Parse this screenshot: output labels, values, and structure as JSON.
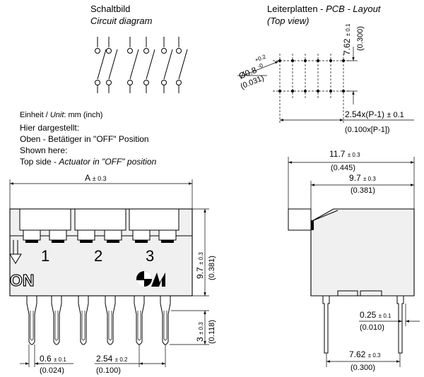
{
  "circuit": {
    "title_de": "Schaltbild",
    "title_en": "Circuit diagram"
  },
  "pcb": {
    "title_de": "Leiterplatten - ",
    "title_pcb": "PCB - Layout",
    "title_view": "(Top view)",
    "hole_dia": "Ø0.8",
    "hole_tol_plus": "+0.2",
    "hole_tol_minus": "-0",
    "hole_inch": "(0.031)",
    "row_spacing": "7.62",
    "row_spacing_tol": "± 0.1",
    "row_spacing_inch": "(0.300)",
    "pitch": "2.54x(P-1)",
    "pitch_tol": "± 0.1",
    "pitch_inch": "(0.100x[P-1])"
  },
  "notes": {
    "unit_de": "Einheit / ",
    "unit_en": "Unit",
    "unit_value": ": mm (inch)",
    "shown_de": "Hier dargestellt:",
    "top_de": "Oben - Betätiger in \"OFF\" Position",
    "shown_en": "Shown here:",
    "top_en_1": "Top side - ",
    "top_en_2": "Actuator in \"OFF\" position"
  },
  "front": {
    "width_label": "A",
    "width_tol": "± 0.3",
    "switch_numbers": [
      "1",
      "2",
      "3"
    ],
    "on_label": "ON",
    "height": "9.7",
    "height_tol": "± 0.3",
    "height_inch": "(0.381)",
    "pin_length": "3",
    "pin_length_tol": "± 0.3",
    "pin_length_inch": "(0.118)",
    "pin_width": "0.6",
    "pin_width_tol": "± 0.1",
    "pin_width_inch": "(0.024)",
    "pin_pitch": "2.54",
    "pin_pitch_tol": "± 0.2",
    "pin_pitch_inch": "(0.100)"
  },
  "side": {
    "overall_width": "11.7",
    "overall_width_tol": "± 0.3",
    "overall_width_inch": "(0.445)",
    "body_width": "9.7",
    "body_width_tol": "± 0.3",
    "body_width_inch": "(0.381)",
    "pin_thickness": "0.25",
    "pin_thickness_tol": "± 0.1",
    "pin_thickness_inch": "(0.010)",
    "row_spacing": "7.62",
    "row_spacing_tol": "± 0.3",
    "row_spacing_inch": "(0.300)"
  }
}
